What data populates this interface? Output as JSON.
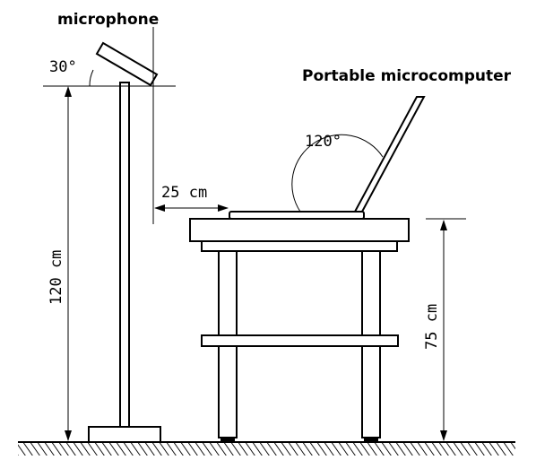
{
  "labels": {
    "microphone": "microphone",
    "computer": "Portable microcomputer",
    "mic_angle": "30°",
    "screen_angle": "120°",
    "distance": "25 cm",
    "mic_height": "120 cm",
    "table_height": "75 cm"
  },
  "icons": {
    "microphone": "microphone-icon",
    "laptop": "laptop-icon",
    "table": "table-icon",
    "floor": "floor-hatch-icon"
  },
  "colors": {
    "ink": "#000000",
    "background": "#ffffff"
  }
}
